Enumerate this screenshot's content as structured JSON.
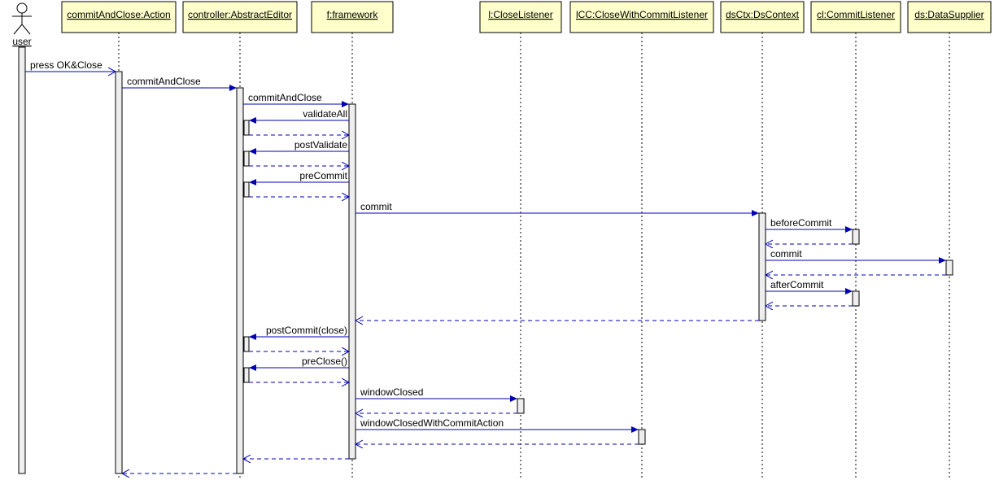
{
  "diagram": {
    "colors": {
      "participant_fill": "#ffffcc",
      "message_line": "#0000b3",
      "activation_fill": "#eeeeee",
      "text": "#000000"
    },
    "actor": {
      "name": "user"
    },
    "participants": [
      {
        "id": "action",
        "name": "commitAndClose:Action"
      },
      {
        "id": "controller",
        "name": "controller:AbstractEditor"
      },
      {
        "id": "framework",
        "name": "f:framework"
      },
      {
        "id": "closeListener",
        "name": "l:CloseListener"
      },
      {
        "id": "icc",
        "name": "lCC:CloseWithCommitListener"
      },
      {
        "id": "dsctx",
        "name": "dsCtx:DsContext"
      },
      {
        "id": "commitListener",
        "name": "cl:CommitListener"
      },
      {
        "id": "dataSupplier",
        "name": "ds:DataSupplier"
      }
    ],
    "messages": [
      {
        "from": "user",
        "to": "action",
        "label": "press OK&Close",
        "kind": "async"
      },
      {
        "from": "action",
        "to": "controller",
        "label": "commitAndClose",
        "kind": "call"
      },
      {
        "from": "controller",
        "to": "framework",
        "label": "commitAndClose",
        "kind": "call"
      },
      {
        "from": "framework",
        "to": "controller",
        "label": "validateAll",
        "kind": "call"
      },
      {
        "from": "controller",
        "to": "framework",
        "label": "",
        "kind": "return"
      },
      {
        "from": "framework",
        "to": "controller",
        "label": "postValidate",
        "kind": "call"
      },
      {
        "from": "controller",
        "to": "framework",
        "label": "",
        "kind": "return"
      },
      {
        "from": "framework",
        "to": "controller",
        "label": "preCommit",
        "kind": "call"
      },
      {
        "from": "controller",
        "to": "framework",
        "label": "",
        "kind": "return"
      },
      {
        "from": "framework",
        "to": "dsctx",
        "label": "commit",
        "kind": "call"
      },
      {
        "from": "dsctx",
        "to": "commitListener",
        "label": "beforeCommit",
        "kind": "call"
      },
      {
        "from": "commitListener",
        "to": "dsctx",
        "label": "",
        "kind": "return"
      },
      {
        "from": "dsctx",
        "to": "dataSupplier",
        "label": "commit",
        "kind": "call"
      },
      {
        "from": "dataSupplier",
        "to": "dsctx",
        "label": "",
        "kind": "return"
      },
      {
        "from": "dsctx",
        "to": "commitListener",
        "label": "afterCommit",
        "kind": "call"
      },
      {
        "from": "commitListener",
        "to": "dsctx",
        "label": "",
        "kind": "return"
      },
      {
        "from": "dsctx",
        "to": "framework",
        "label": "",
        "kind": "return"
      },
      {
        "from": "framework",
        "to": "controller",
        "label": "postCommit(close)",
        "kind": "call"
      },
      {
        "from": "controller",
        "to": "framework",
        "label": "",
        "kind": "return"
      },
      {
        "from": "framework",
        "to": "controller",
        "label": "preClose()",
        "kind": "call"
      },
      {
        "from": "controller",
        "to": "framework",
        "label": "",
        "kind": "return"
      },
      {
        "from": "framework",
        "to": "closeListener",
        "label": "windowClosed",
        "kind": "call"
      },
      {
        "from": "closeListener",
        "to": "framework",
        "label": "",
        "kind": "return"
      },
      {
        "from": "framework",
        "to": "icc",
        "label": "windowClosedWithCommitAction",
        "kind": "call"
      },
      {
        "from": "icc",
        "to": "framework",
        "label": "",
        "kind": "return"
      },
      {
        "from": "framework",
        "to": "controller",
        "label": "",
        "kind": "return"
      },
      {
        "from": "controller",
        "to": "action",
        "label": "",
        "kind": "return"
      }
    ]
  }
}
